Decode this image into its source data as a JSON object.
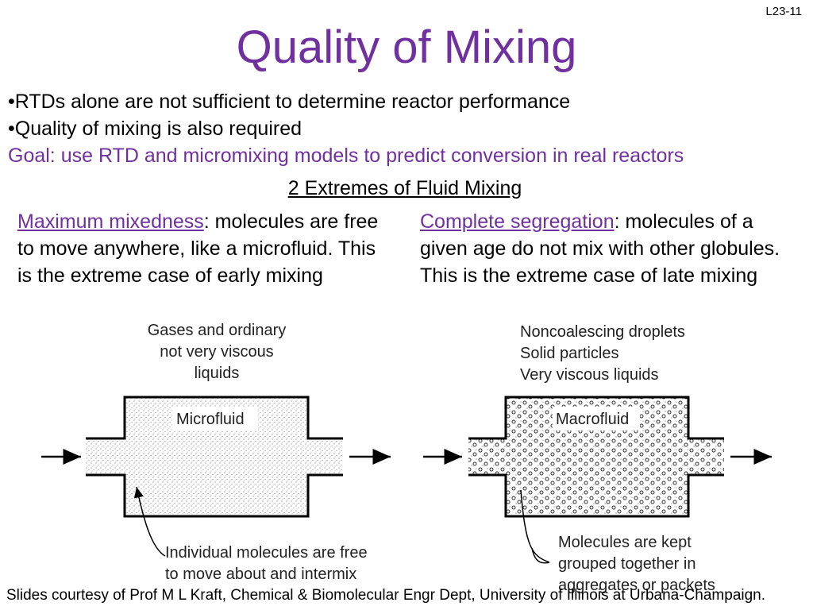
{
  "slide_number": "L23-11",
  "title": "Quality of Mixing",
  "bullets": [
    "•RTDs alone are not sufficient to determine reactor performance",
    "•Quality of mixing is also required"
  ],
  "goal": "Goal: use RTD and micromixing models to predict conversion in real reactors",
  "subtitle": "2 Extremes of Fluid Mixing",
  "left": {
    "term": "Maximum mixedness",
    "description": ": molecules are free to move anywhere, like a microfluid.  This is the extreme case of early mixing",
    "diagram_top_label": [
      "Gases and ordinary",
      "not very viscous",
      "liquids"
    ],
    "vessel_label": "Microfluid",
    "bottom_note": [
      "Individual molecules are free",
      "to move about and intermix"
    ]
  },
  "right": {
    "term": "Complete segregation",
    "description": ": molecules of a given age do not mix with other globules.  This is the extreme case of late mixing",
    "diagram_top_label": [
      "Noncoalescing droplets",
      "Solid particles",
      "Very viscous liquids"
    ],
    "vessel_label": "Macrofluid",
    "bottom_note": [
      "Molecules are kept",
      "grouped together in",
      "aggregates or packets"
    ]
  },
  "footer": "Slides courtesy of Prof M L Kraft, Chemical & Biomolecular Engr Dept, University of Illinois at Urbana-Champaign."
}
